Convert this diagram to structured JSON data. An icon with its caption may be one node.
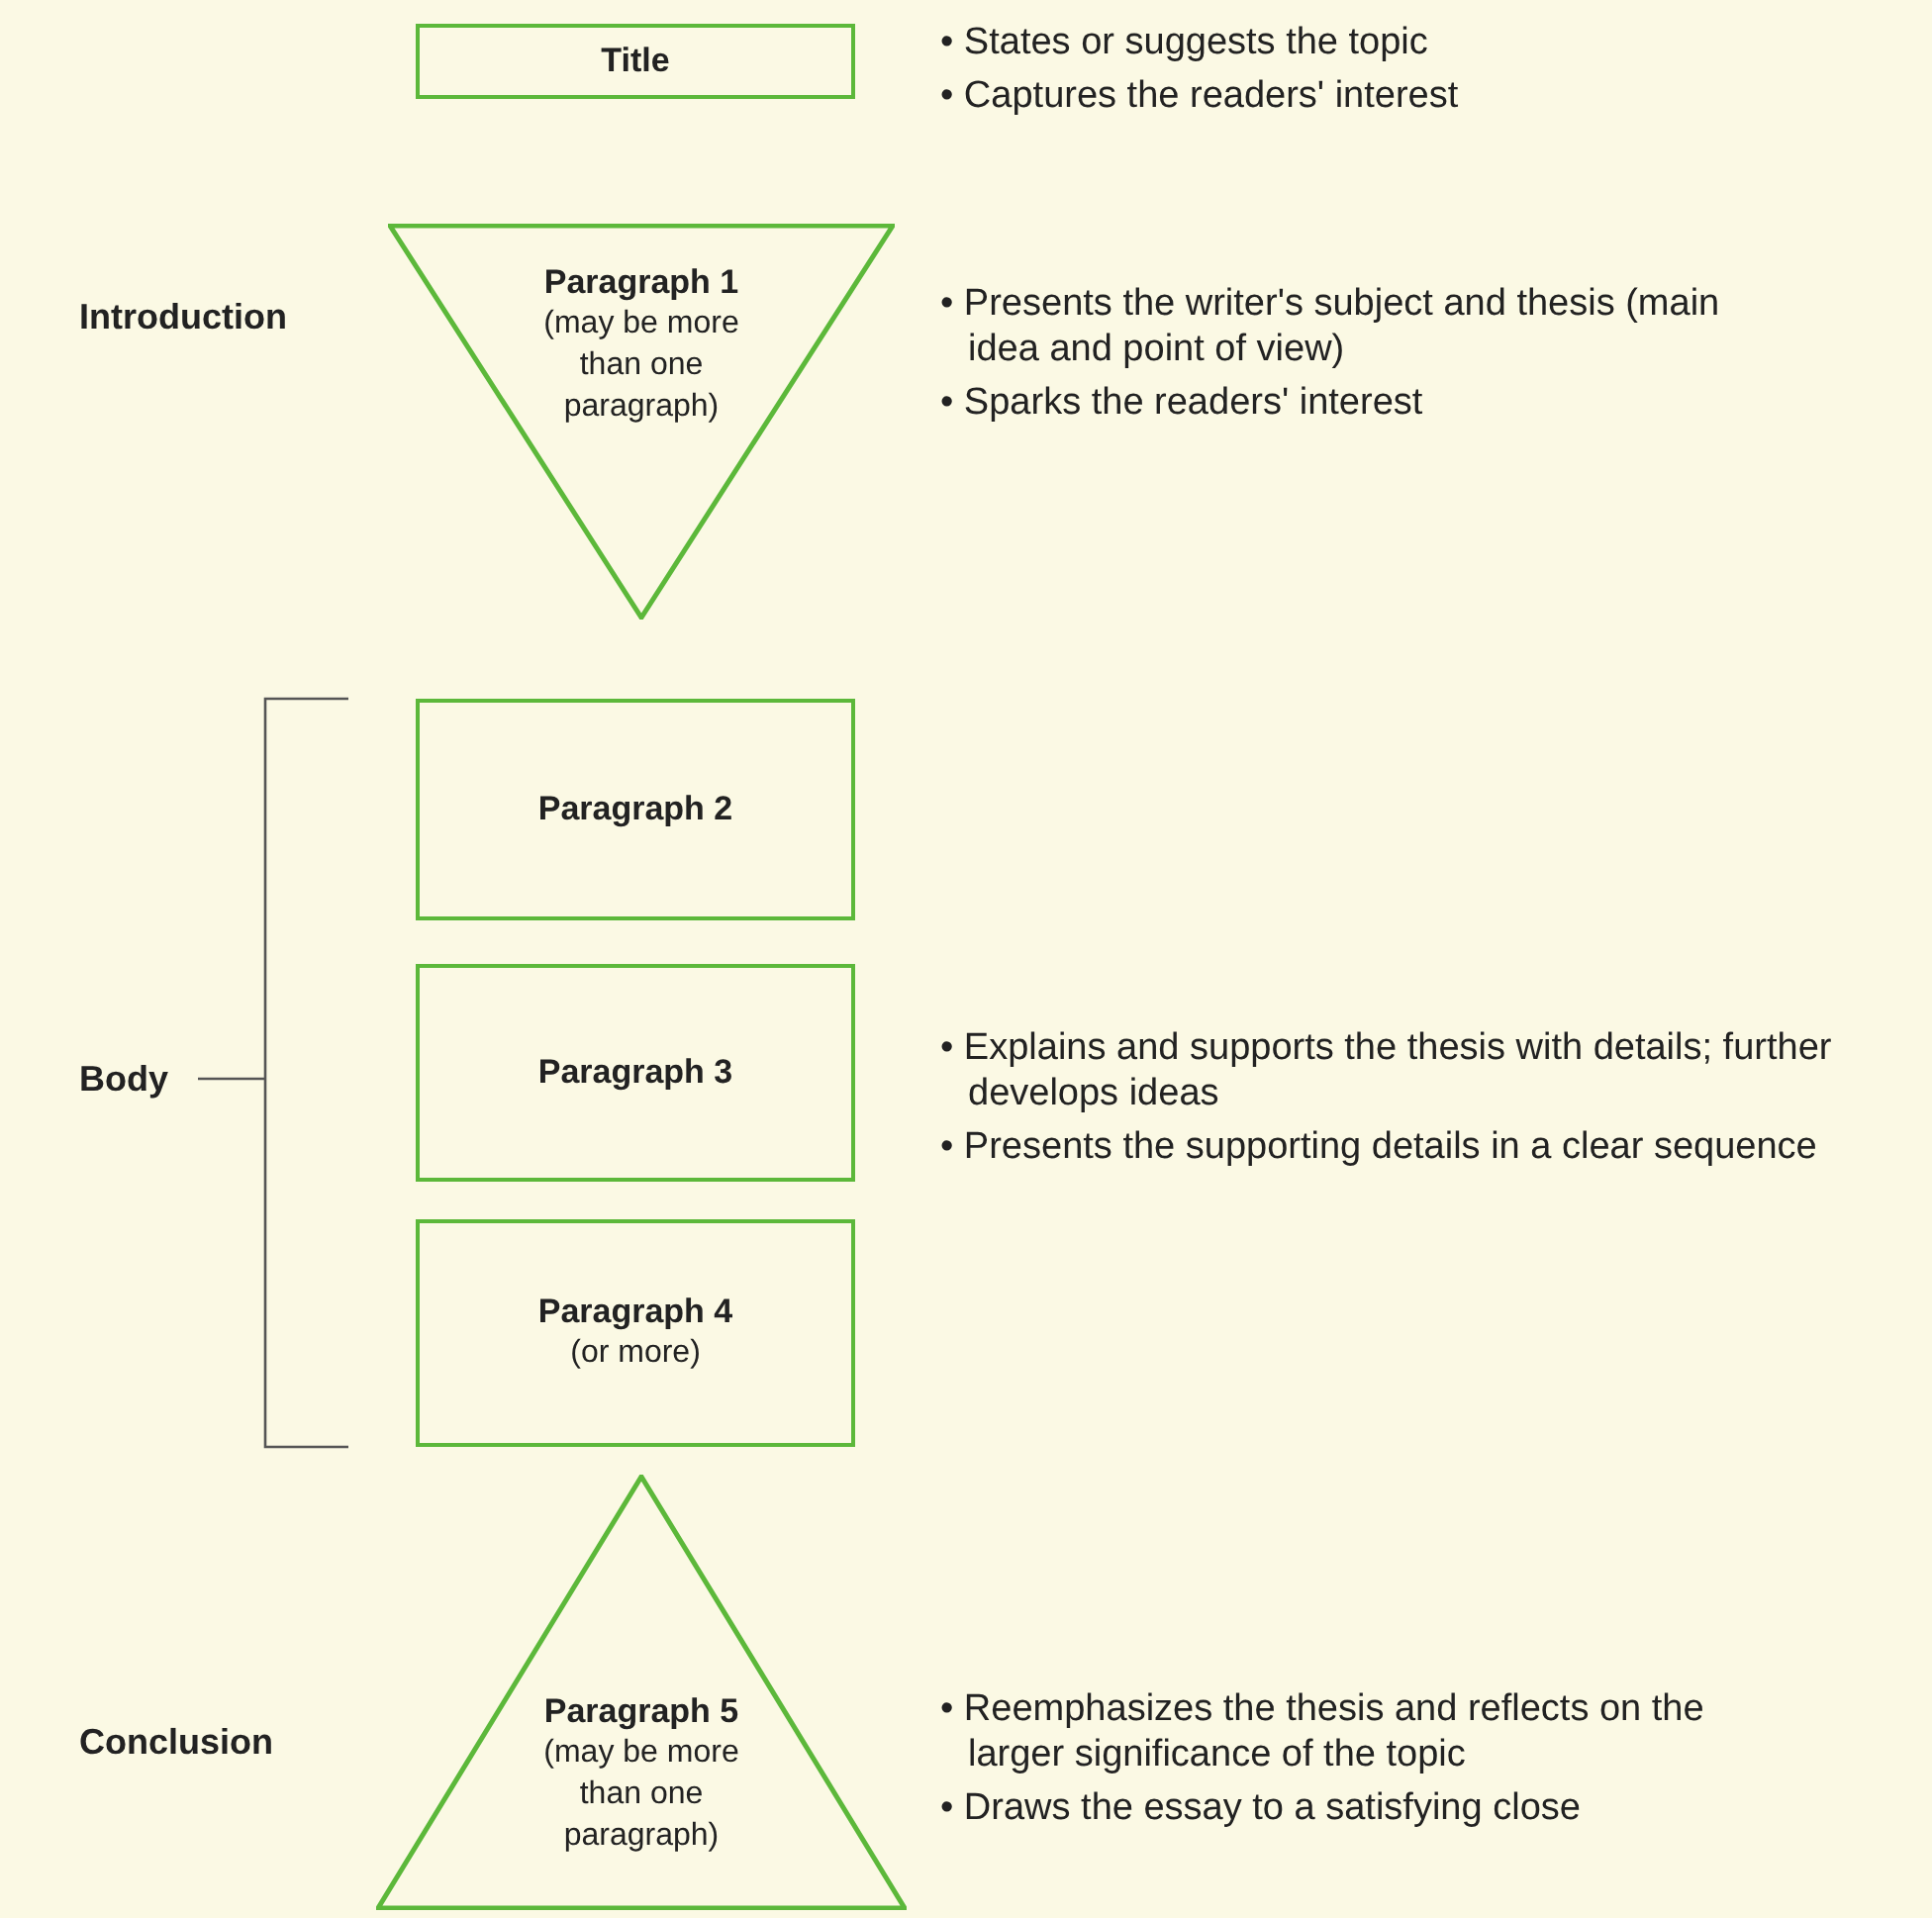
{
  "diagram": {
    "nodes": [
      {
        "text": [
          "Title"
        ]
      },
      {
        "text": [
          "Paragraph 1",
          "(may be more than one paragraph)"
        ]
      },
      {
        "text": [
          "Paragraph 2"
        ]
      },
      {
        "text": [
          "Paragraph 3"
        ]
      },
      {
        "text": [
          "Paragraph 4",
          "(or more)"
        ]
      },
      {
        "text": [
          "Paragraph 5",
          "(may be more than one paragraph)"
        ]
      }
    ],
    "labels": [
      "• States or suggests the topic",
      "• Captures the readers' interest",
      "Introduction",
      "• Presents the writer's subject and thesis (main idea and point of view)",
      "• Sparks the readers' interest",
      "Body",
      "• Explains and supports the thesis with details; further develops ideas",
      "• Presents the supporting details in a clear sequence",
      "Conclusion",
      "• Reemphasizes the thesis and reflects on the larger significance of the topic",
      "• Draws the essay to a satisfying close"
    ]
  }
}
